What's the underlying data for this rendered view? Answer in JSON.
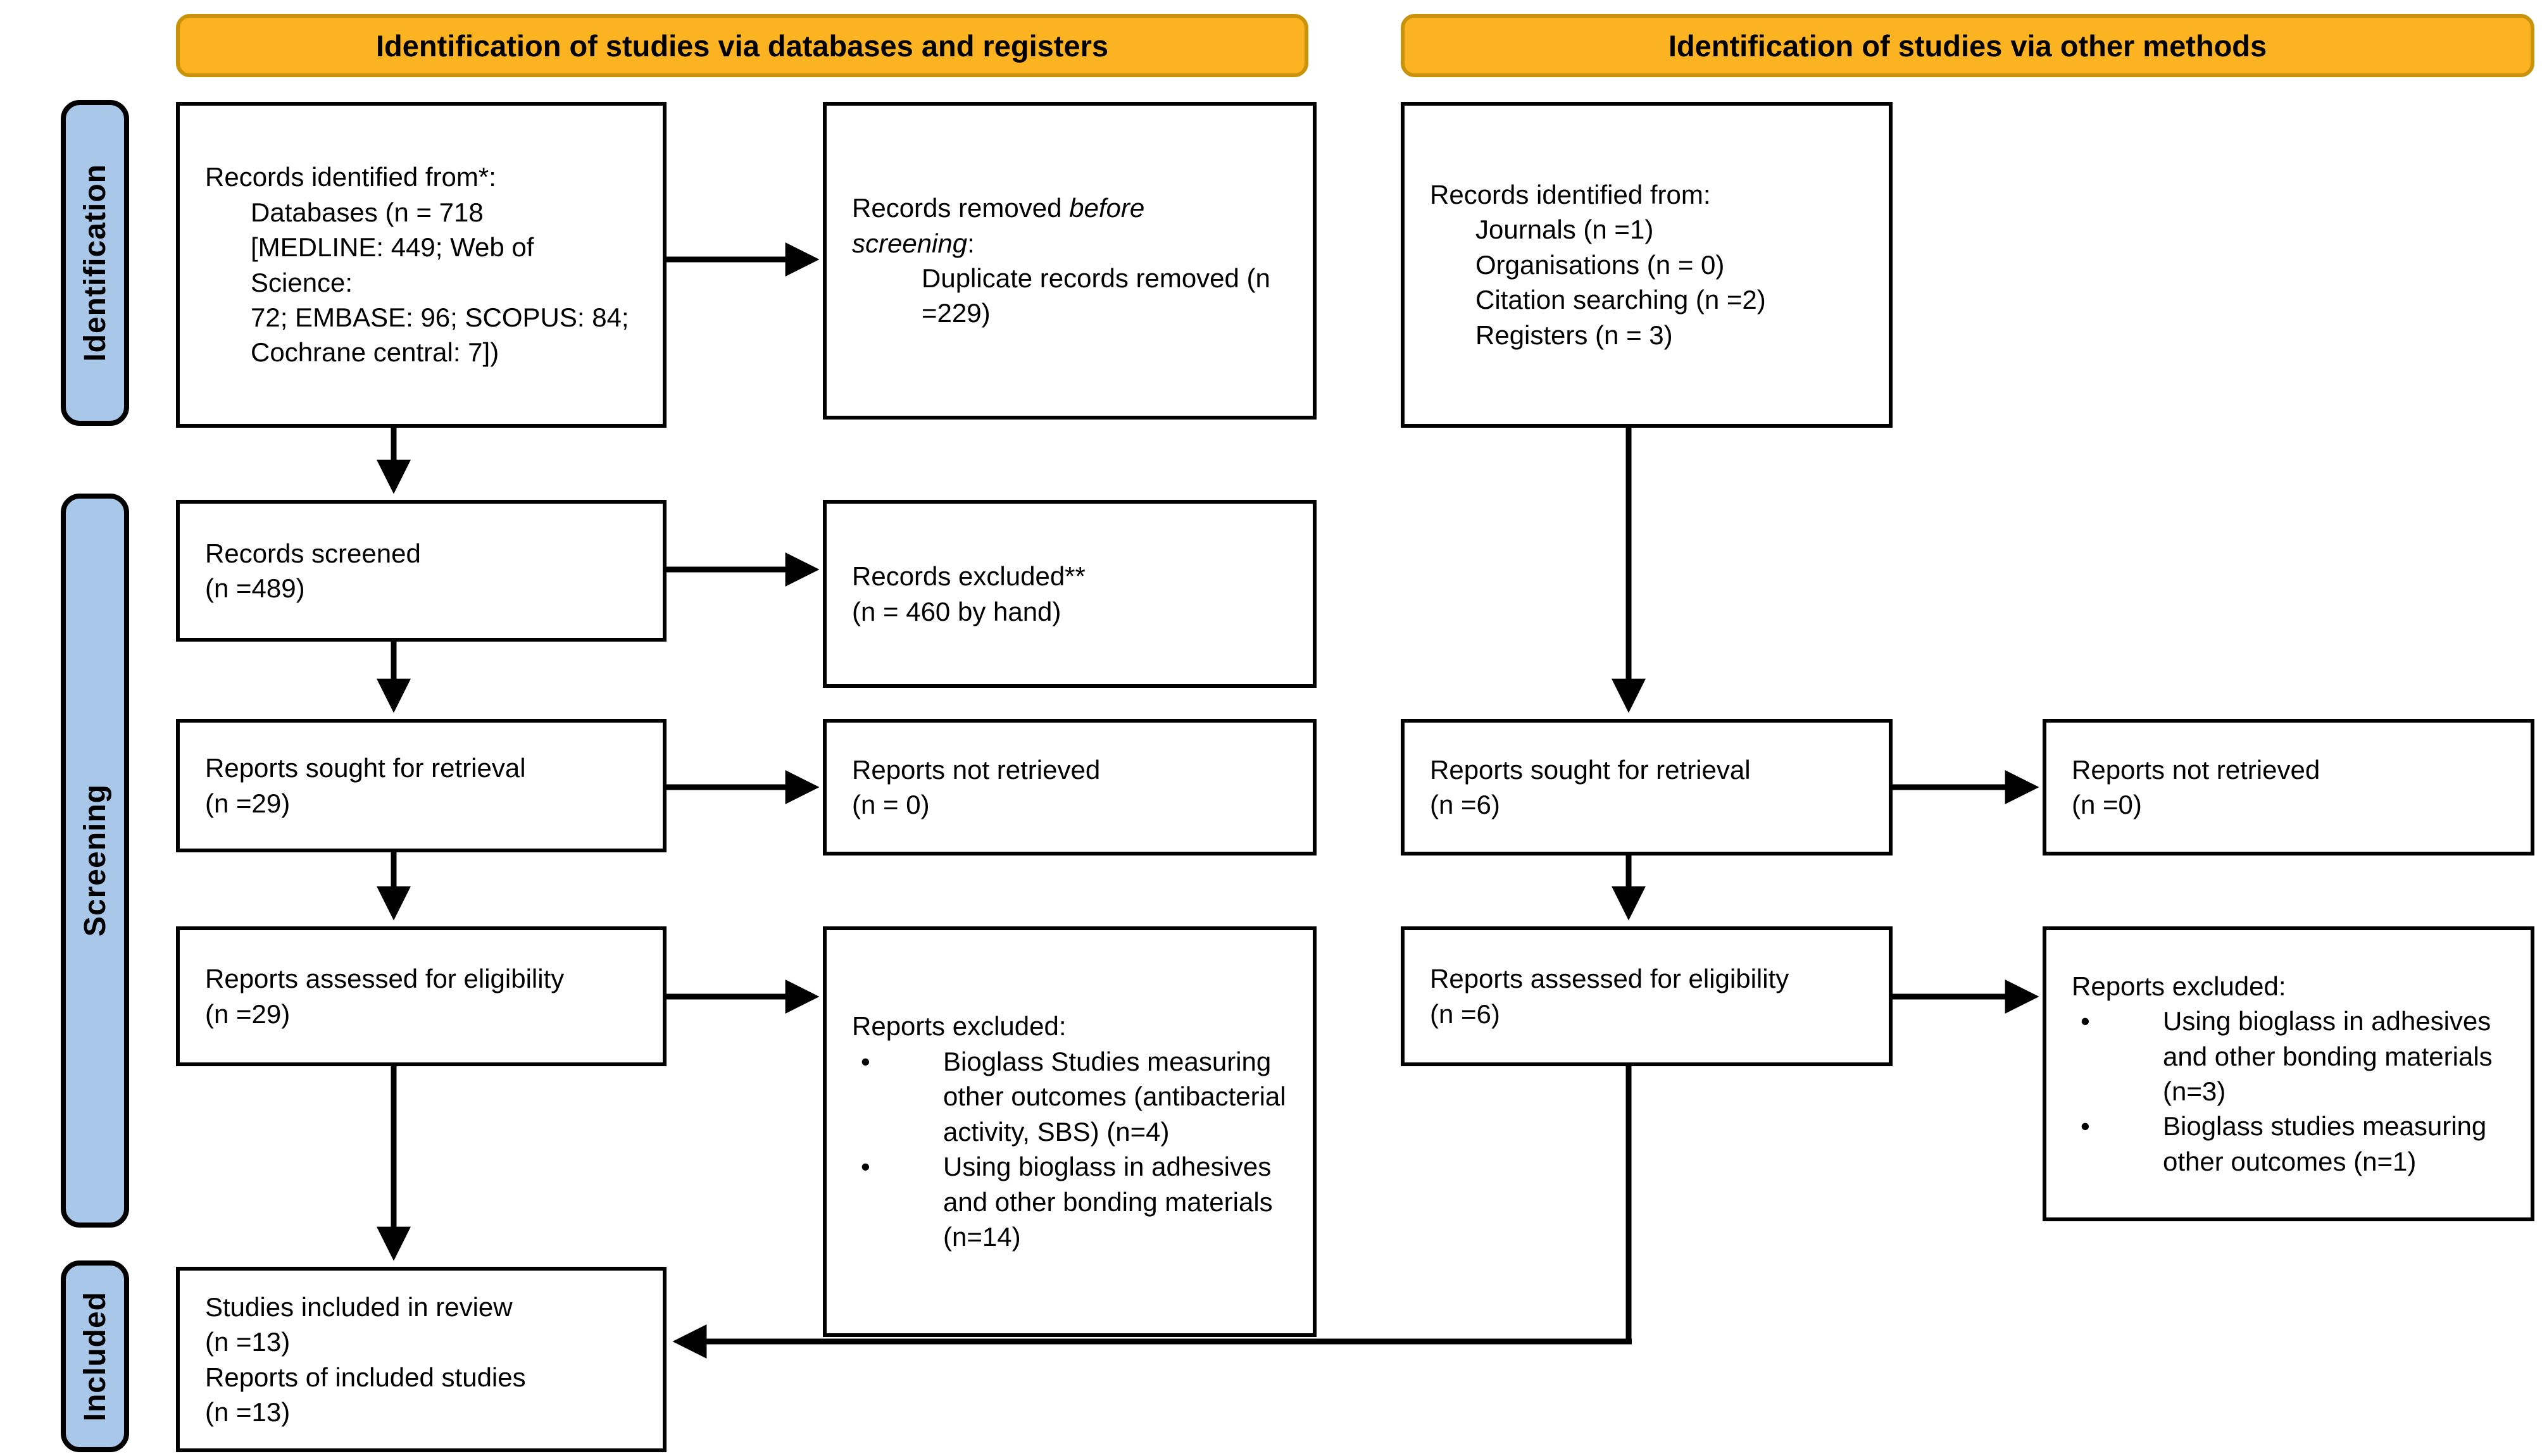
{
  "headers": {
    "left": "Identification of studies via databases and registers",
    "right": "Identification of studies via other methods"
  },
  "sidebar": {
    "identification": "Identification",
    "screening": "Screening",
    "included": "Included"
  },
  "colors": {
    "banner_fill": "#FBB322",
    "banner_border": "#C8930B",
    "sidebar_fill": "#A9C7E9",
    "line_color": "#000000"
  },
  "left_flow": {
    "identified": {
      "title": "Records identified from*:",
      "items": [
        "Databases (n = 718",
        "[MEDLINE: 449; Web of Science:",
        "72; EMBASE: 96; SCOPUS: 84;",
        "Cochrane central: 7])"
      ]
    },
    "screened": {
      "lines": [
        "Records screened",
        "(n =489)"
      ]
    },
    "sought": {
      "lines": [
        "Reports sought for retrieval",
        "(n =29)"
      ]
    },
    "assessed": {
      "lines": [
        "Reports assessed for eligibility",
        "(n =29)"
      ]
    },
    "included": {
      "lines": [
        "Studies included in review",
        "(n =13)",
        "Reports of included studies",
        "(n =13)"
      ]
    }
  },
  "left_side_boxes": {
    "removed": {
      "title_pre": "Records removed ",
      "title_italic": "before screening",
      "title_post": ":",
      "item": "Duplicate records removed (n =229)"
    },
    "excluded": {
      "lines": [
        "Records excluded**",
        "(n = 460 by hand)"
      ]
    },
    "not_retrieved": {
      "lines": [
        "Reports not retrieved",
        "(n = 0)"
      ]
    },
    "reports_excluded": {
      "title": "Reports excluded:",
      "bullet_glyph": "•",
      "bullets": [
        "Bioglass Studies measuring other outcomes (antibacterial activity, SBS) (n=4)",
        "Using bioglass in adhesives and other bonding materials (n=14)"
      ]
    }
  },
  "right_flow": {
    "identified": {
      "title": "Records identified from:",
      "items": [
        "Journals (n =1)",
        "Organisations (n = 0)",
        "Citation searching (n =2)",
        "Registers (n = 3)"
      ]
    },
    "sought": {
      "lines": [
        "Reports sought for retrieval",
        "(n =6)"
      ]
    },
    "assessed": {
      "lines": [
        "Reports assessed for eligibility",
        "(n =6)"
      ]
    }
  },
  "right_side_boxes": {
    "not_retrieved": {
      "lines": [
        "Reports not retrieved",
        "(n =0)"
      ]
    },
    "reports_excluded": {
      "title": "Reports excluded:",
      "bullet_glyph": "•",
      "bullets": [
        "Using bioglass in adhesives and other bonding materials (n=3)",
        "Bioglass studies measuring other outcomes (n=1)"
      ]
    }
  }
}
